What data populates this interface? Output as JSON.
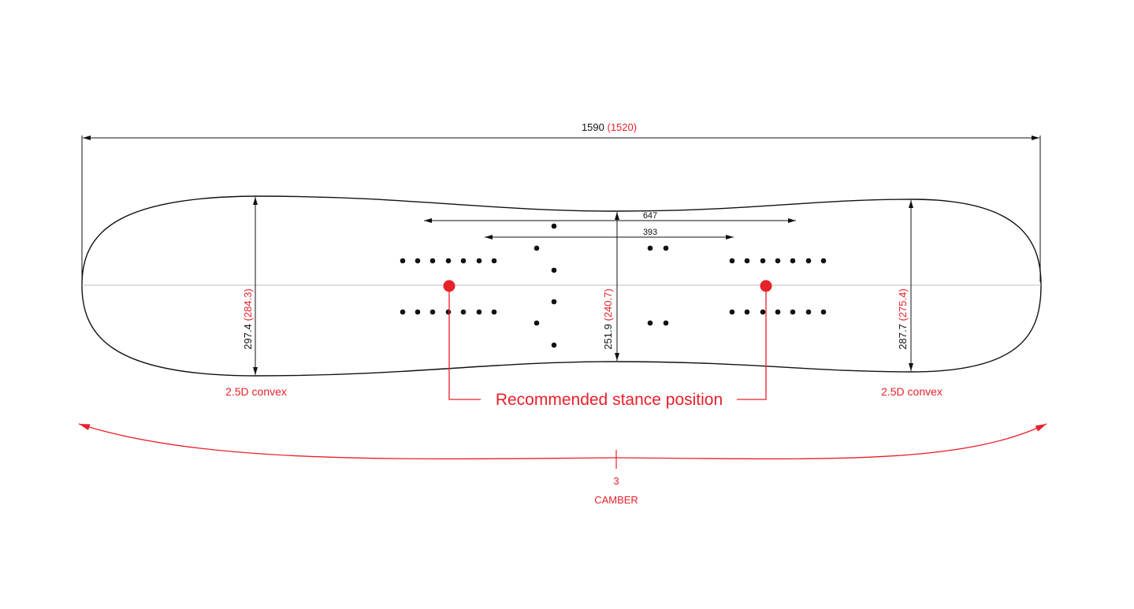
{
  "colors": {
    "line": "#111111",
    "accent": "#e8202a",
    "centerline": "#bdbdbd"
  },
  "overall_length": {
    "value": "1590",
    "alt": "(1520)"
  },
  "inserts_width_outer": "647",
  "inserts_width_inner": "393",
  "width_nose": {
    "value": "297.4",
    "alt": "(284.3)"
  },
  "width_waist": {
    "value": "251.9",
    "alt": "(240.7)"
  },
  "width_tail": {
    "value": "287.7",
    "alt": "(275.4)"
  },
  "nose_convex_label": "2.5D convex",
  "tail_convex_label": "2.5D convex",
  "stance_label": "Recommended stance position",
  "camber_value": "3",
  "camber_label": "CAMBER"
}
